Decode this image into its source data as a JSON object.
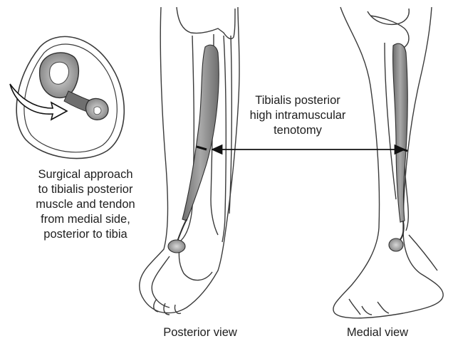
{
  "approach_caption": [
    "Surgical approach",
    "to tibialis posterior",
    "muscle and tendon",
    "from medial side,",
    "posterior to tibia"
  ],
  "procedure_label": [
    "Tibialis posterior",
    "high intramuscular",
    "tenotomy"
  ],
  "views": {
    "posterior": "Posterior view",
    "medial": "Medial view"
  },
  "colors": {
    "outline": "#3a3a3a",
    "bone_fill": "#f2f2f2",
    "muscle_fill": "#8a8a8a",
    "cross_section_fill": "#9c9c9c",
    "arrow": "#111111"
  }
}
